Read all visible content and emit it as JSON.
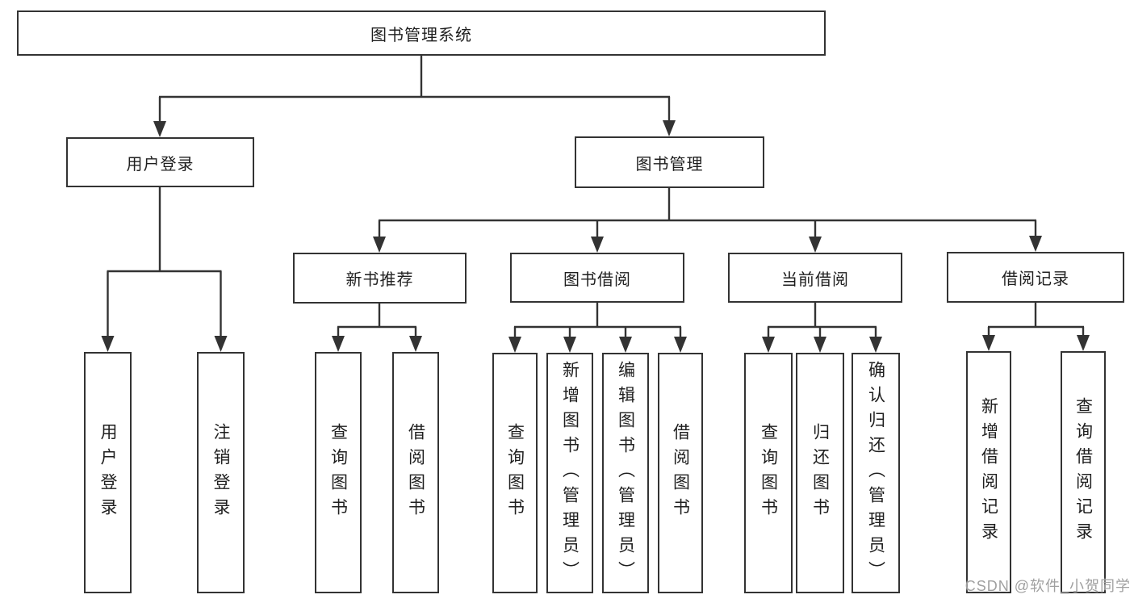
{
  "diagram": {
    "root": "图书管理系统",
    "branches": [
      {
        "label": "用户登录",
        "children": [
          "用户登录",
          "注销登录"
        ]
      },
      {
        "label": "图书管理",
        "children": [
          {
            "label": "新书推荐",
            "children": [
              "查询图书",
              "借阅图书"
            ]
          },
          {
            "label": "图书借阅",
            "children": [
              "查询图书",
              "新增图书（管理员）",
              "编辑图书（管理员）",
              "借阅图书"
            ]
          },
          {
            "label": "当前借阅",
            "children": [
              "查询图书",
              "归还图书",
              "确认归还（管理员）"
            ]
          },
          {
            "label": "借阅记录",
            "children": [
              "新增借阅记录",
              "查询借阅记录"
            ]
          }
        ]
      }
    ]
  },
  "watermark": "CSDN @软件_小贺同学",
  "colors": {
    "line": "#333333",
    "box_border": "#333333",
    "text": "#1f1f1f",
    "background": "#ffffff",
    "watermark": "#a0a0a0"
  }
}
